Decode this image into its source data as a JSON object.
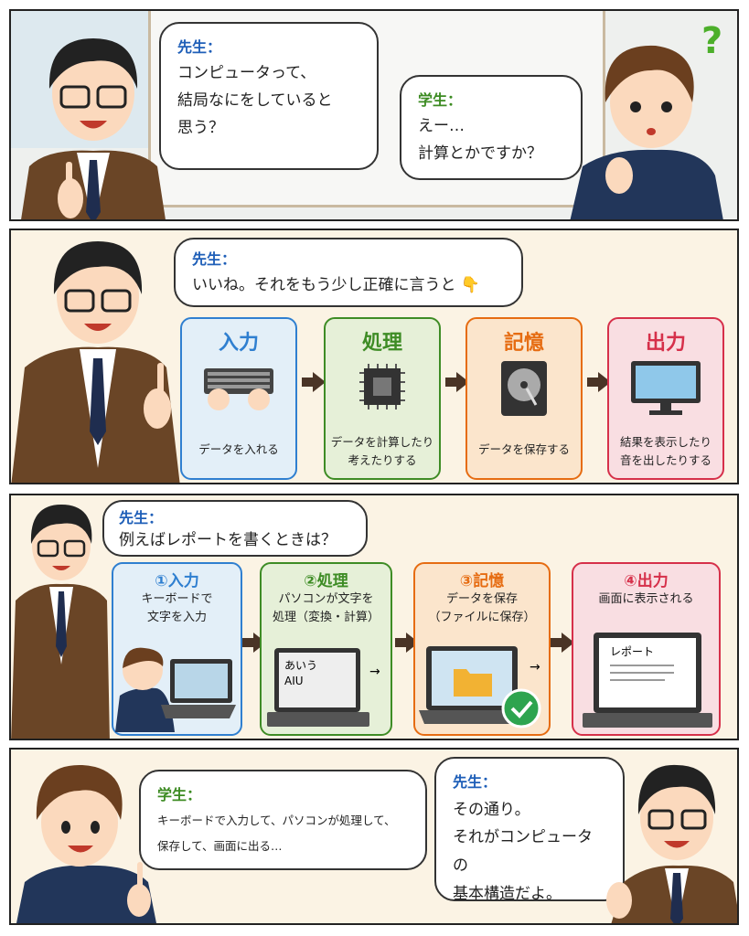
{
  "panel1": {
    "teacher": {
      "speaker": "先生：",
      "lines": [
        "コンピュータって、",
        "結局なにをしていると",
        "思う？"
      ]
    },
    "student": {
      "speaker": "学生：",
      "lines": [
        "えー…",
        "計算とかですか？"
      ]
    },
    "question_mark": "?"
  },
  "panel2": {
    "teacher": {
      "speaker": "先生：",
      "line": "いいね。それをもう少し正確に言うと",
      "pointing_emoji": "👇"
    },
    "steps": [
      {
        "title": "入力",
        "icon": "keyboard-icon",
        "desc": [
          "データを入れる"
        ],
        "color": "#2f7fd0",
        "bg": "#e3eff8"
      },
      {
        "title": "処理",
        "icon": "cpu-chip-icon",
        "desc": [
          "データを計算したり",
          "考えたりする"
        ],
        "color": "#3e8c25",
        "bg": "#e6f0d8"
      },
      {
        "title": "記憶",
        "icon": "hard-disk-icon",
        "desc": [
          "データを保存する"
        ],
        "color": "#e66c12",
        "bg": "#fbe5cc"
      },
      {
        "title": "出力",
        "icon": "monitor-icon",
        "desc": [
          "結果を表示したり",
          "音を出したりする"
        ],
        "color": "#d6304a",
        "bg": "#f9dee2"
      }
    ]
  },
  "panel3": {
    "teacher": {
      "speaker": "先生：",
      "line": "例えばレポートを書くときは？"
    },
    "steps": [
      {
        "title": "①入力",
        "desc": [
          "キーボードで",
          "文字を入力"
        ],
        "color": "#2f7fd0",
        "bg": "#e3eff8"
      },
      {
        "title": "②処理",
        "desc": [
          "パソコンが文字を",
          "処理（変換・計算）"
        ],
        "color": "#3e8c25",
        "bg": "#e6f0d8",
        "screen": [
          "あいう",
          "AIU"
        ]
      },
      {
        "title": "③記憶",
        "desc": [
          "データを保存",
          "（ファイルに保存）"
        ],
        "color": "#e66c12",
        "bg": "#fbe5cc"
      },
      {
        "title": "④出力",
        "desc": [
          "画面に表示される"
        ],
        "color": "#d6304a",
        "bg": "#f9dee2",
        "screen": [
          "レポート"
        ]
      }
    ]
  },
  "panel4": {
    "student": {
      "speaker": "学生：",
      "lines": [
        "キーボードで入力して、パソコンが処理して、",
        "保存して、画面に出る…"
      ]
    },
    "teacher": {
      "speaker": "先生：",
      "lines": [
        "その通り。",
        "それがコンピュータの",
        "基本構造だよ。"
      ]
    }
  }
}
